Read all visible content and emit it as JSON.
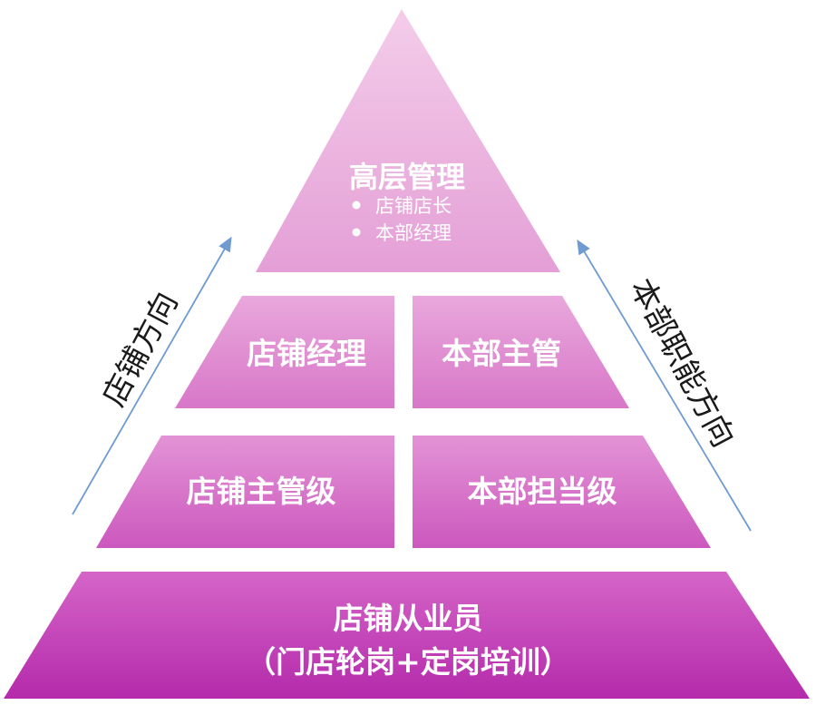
{
  "colors": {
    "top_tier": "#e9a8d9",
    "middle_tier": "#dc7fcb",
    "lower_tier": "#d45ec3",
    "base_tier": "#c33ab7",
    "arrow": "#6f9bd1",
    "text_light": "#ffffff",
    "text_dark": "#1a1a1a"
  },
  "pyramid": {
    "top": {
      "title": "高层管理",
      "bullets": [
        "店铺店长",
        "本部经理"
      ]
    },
    "middle_left": {
      "label": "店铺经理"
    },
    "middle_right": {
      "label": "本部主管"
    },
    "lower_left": {
      "label": "店铺主管级"
    },
    "lower_right": {
      "label": "本部担当级"
    },
    "base": {
      "title": "店铺从业员",
      "subtitle": "（门店轮岗+定岗培训）"
    }
  },
  "side_labels": {
    "left": "店铺方向",
    "right": "本部职能方向"
  }
}
